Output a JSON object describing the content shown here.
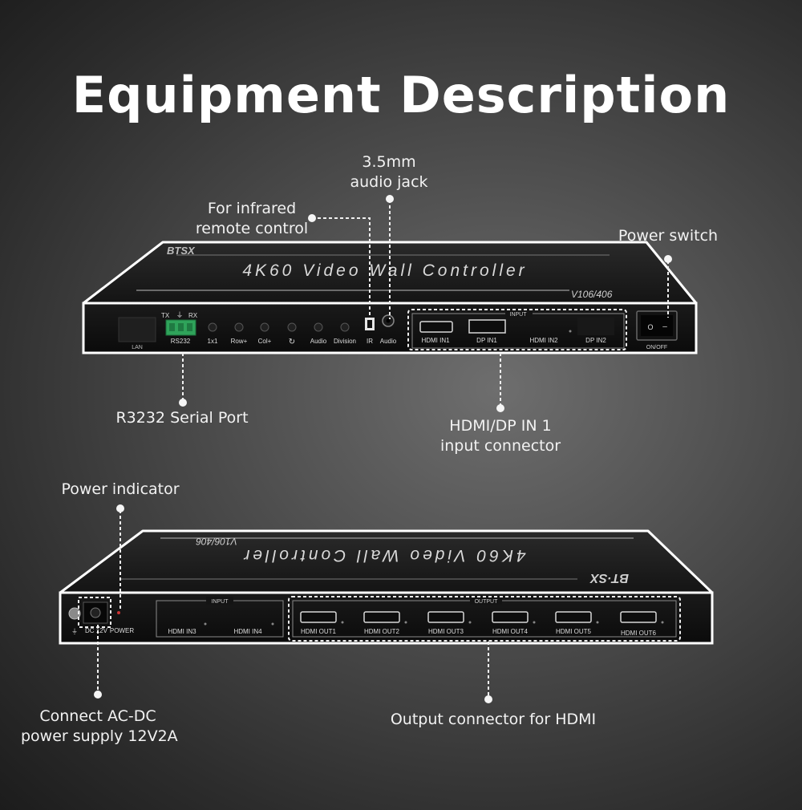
{
  "title": "Equipment Description",
  "top_unit": {
    "brand": "BTSX",
    "product": "4K60 Video Wall Controller",
    "model": "V106/406",
    "ports": {
      "lan": "LAN",
      "tx": "TX",
      "rx": "RX",
      "rs232": "RS232",
      "b1x1": "1x1",
      "row": "Row+",
      "col": "Col+",
      "rotate": "↻",
      "audio_btn": "Audio",
      "division": "Division",
      "ir": "IR",
      "audio_jack": "Audio",
      "input_group": "INPUT",
      "hdmi_in1": "HDMI IN1",
      "dp_in1": "DP IN1",
      "hdmi_in2": "HDMI IN2",
      "dp_in2": "DP IN2",
      "onoff": "ON/OFF"
    }
  },
  "bottom_unit": {
    "brand": "BT·SX",
    "product": "4K60 Video Wall Controller",
    "model": "V106/406",
    "ports": {
      "dc_power": "DC 12V",
      "power": "POWER",
      "input_group": "INPUT",
      "hdmi_in3": "HDMI IN3",
      "hdmi_in4": "HDMI IN4",
      "output_group": "OUTPUT",
      "out1": "HDMI OUT1",
      "out2": "HDMI OUT2",
      "out3": "HDMI OUT3",
      "out4": "HDMI OUT4",
      "out5": "HDMI OUT5",
      "out6": "HDMI OUT6"
    }
  },
  "callouts": {
    "audio_jack": [
      "3.5mm",
      "audio jack"
    ],
    "infrared": [
      "For infrared",
      "remote control"
    ],
    "power_switch": "Power switch",
    "serial": "R3232 Serial Port",
    "hdmi_dp": [
      "HDMI/DP IN 1",
      "input connector"
    ],
    "power_indicator": "Power indicator",
    "ac_dc": [
      "Connect AC-DC",
      "power supply 12V2A"
    ],
    "output": "Output connector for HDMI"
  }
}
